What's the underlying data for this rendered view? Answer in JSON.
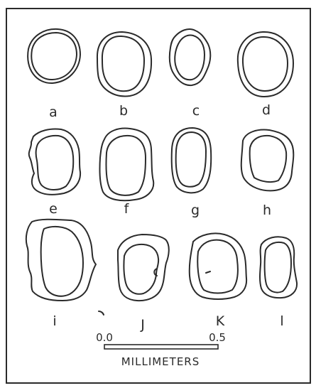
{
  "grains": [
    {
      "id": "a",
      "label": "a"
    },
    {
      "id": "b",
      "label": "b"
    },
    {
      "id": "c",
      "label": "c"
    },
    {
      "id": "d",
      "label": "d"
    },
    {
      "id": "e",
      "label": "e"
    },
    {
      "id": "f",
      "label": "f"
    },
    {
      "id": "g",
      "label": "g"
    },
    {
      "id": "h",
      "label": "h"
    },
    {
      "id": "i",
      "label": "i"
    },
    {
      "id": "j",
      "label": "J"
    },
    {
      "id": "k",
      "label": "K"
    },
    {
      "id": "l",
      "label": "l"
    }
  ],
  "scale_bar": {
    "min_label": "0.0",
    "max_label": "0.5",
    "unit_label": "MILLIMETERS"
  },
  "colors": {
    "ink": "#2a2a2a",
    "background": "#ffffff"
  }
}
